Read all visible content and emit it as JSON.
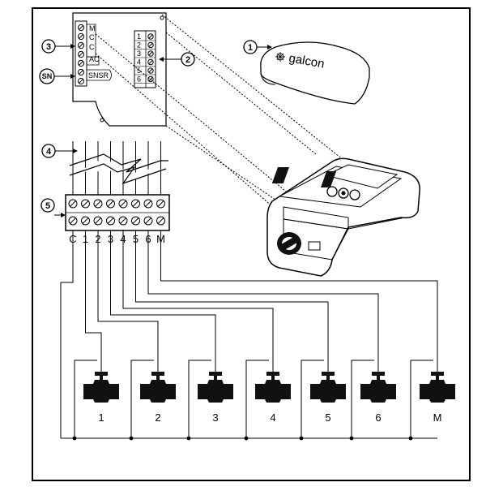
{
  "callouts": {
    "cover": "1",
    "card_terminal": "2",
    "panel_terminal": "3",
    "sensor": "SN",
    "wires": "4",
    "terminal_block": "5"
  },
  "panel": {
    "labels": [
      "M",
      "C",
      "C",
      "AC",
      "SNSR"
    ],
    "card_numbers": [
      "1",
      "2",
      "3",
      "4",
      "5",
      "6"
    ]
  },
  "cover_brand": "galcon",
  "terminal_block": {
    "labels": [
      "C",
      "1",
      "2",
      "3",
      "4",
      "5",
      "6",
      "M"
    ]
  },
  "valves": {
    "labels": [
      "1",
      "2",
      "3",
      "4",
      "5",
      "6",
      "M"
    ]
  },
  "colors": {
    "line": "#000000",
    "background": "#ffffff",
    "fill_dark": "#111111"
  }
}
